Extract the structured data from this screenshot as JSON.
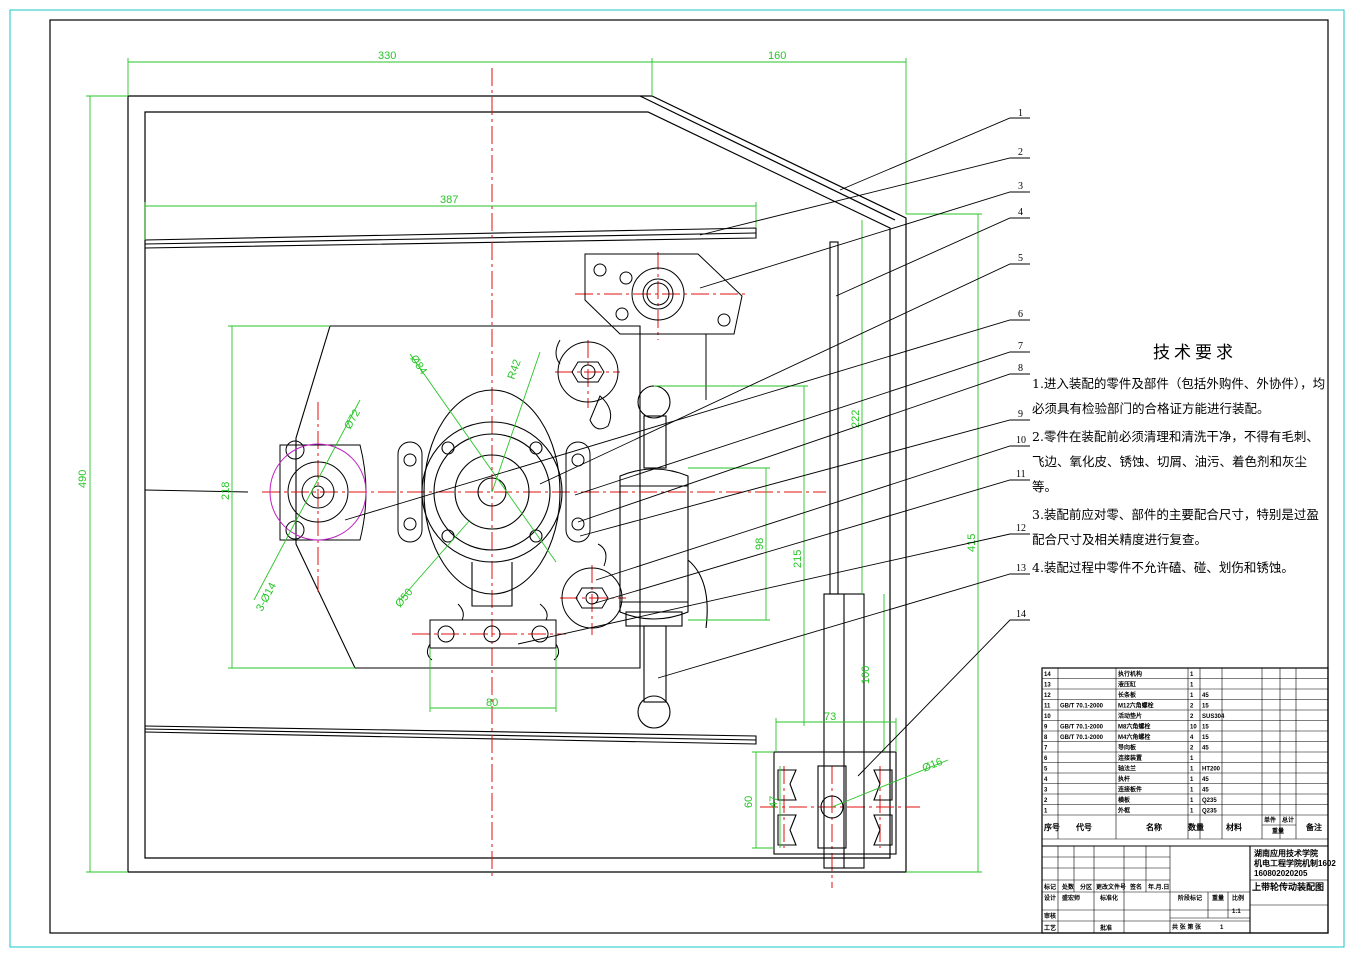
{
  "dimensions": {
    "d330": "330",
    "d160": "160",
    "d387": "387",
    "d490": "490",
    "d218": "218",
    "d415": "415",
    "d222": "222",
    "d215": "215",
    "d98": "98",
    "d80": "80",
    "d100": "100",
    "d73": "73",
    "d60": "60",
    "d47": "47",
    "phi84": "Ø84",
    "r42": "R42",
    "phi72": "Ø72",
    "phi50": "Ø50",
    "phi14": "3-Ø14",
    "phi16": "Ø16"
  },
  "balloons": [
    "1",
    "2",
    "3",
    "4",
    "5",
    "6",
    "7",
    "8",
    "9",
    "10",
    "11",
    "12",
    "13",
    "14"
  ],
  "tech": {
    "title": "技术要求",
    "items": [
      "1.进入装配的零件及部件（包括外购件、外协件），均必须具有检验部门的合格证方能进行装配。",
      "2.零件在装配前必须清理和清洗干净，不得有毛刺、飞边、氧化皮、锈蚀、切屑、油污、着色剂和灰尘等。",
      "3.装配前应对零、部件的主要配合尺寸，特别是过盈配合尺寸及相关精度进行复查。",
      "4.装配过程中零件不允许磕、碰、划伤和锈蚀。"
    ]
  },
  "bom": {
    "rows": [
      {
        "no": "14",
        "code": "",
        "name": "执行机构",
        "qty": "1",
        "mat": ""
      },
      {
        "no": "13",
        "code": "",
        "name": "液压缸",
        "qty": "1",
        "mat": ""
      },
      {
        "no": "12",
        "code": "",
        "name": "长条板",
        "qty": "1",
        "mat": "45"
      },
      {
        "no": "11",
        "code": "GB/T 70.1-2000",
        "name": "M12六角螺栓",
        "qty": "2",
        "mat": "15"
      },
      {
        "no": "10",
        "code": "",
        "name": "活动垫片",
        "qty": "2",
        "mat": "SUS304"
      },
      {
        "no": "9",
        "code": "GB/T 70.1-2000",
        "name": "M8六角螺栓",
        "qty": "10",
        "mat": "15"
      },
      {
        "no": "8",
        "code": "GB/T 70.1-2000",
        "name": "M4六角螺栓",
        "qty": "4",
        "mat": "15"
      },
      {
        "no": "7",
        "code": "",
        "name": "导向板",
        "qty": "2",
        "mat": "45"
      },
      {
        "no": "6",
        "code": "",
        "name": "连接装置",
        "qty": "1",
        "mat": ""
      },
      {
        "no": "5",
        "code": "",
        "name": "轴法兰",
        "qty": "1",
        "mat": "HT200"
      },
      {
        "no": "4",
        "code": "",
        "name": "执杆",
        "qty": "1",
        "mat": "45"
      },
      {
        "no": "3",
        "code": "",
        "name": "连接板件",
        "qty": "1",
        "mat": "45"
      },
      {
        "no": "2",
        "code": "",
        "name": "横板",
        "qty": "1",
        "mat": "Q235"
      },
      {
        "no": "1",
        "code": "",
        "name": "外框",
        "qty": "1",
        "mat": "Q235"
      }
    ],
    "header": {
      "no": "序号",
      "code": "代号",
      "name": "名称",
      "qty": "数量",
      "mat": "材料",
      "unit": "单件",
      "total": "总计",
      "weight": "重量",
      "note": "备注"
    }
  },
  "titleblock": {
    "school1": "湖南应用技术学院",
    "school2": "机电工程学院机制1602",
    "number": "160802020205",
    "drawing_title": "上带轮传动装配图",
    "scale": "1:1",
    "designer": "盛宏师",
    "sheet_label": "共 张 第 张",
    "r_mark": "标记",
    "r_count": "处数",
    "r_zone": "分区",
    "r_doc": "更改文件号",
    "r_sig": "签名",
    "r_date": "年.月.日",
    "r_design": "设计",
    "r_std": "标准化",
    "r_stage": "阶段标记",
    "r_weight": "重量",
    "r_scale": "比例",
    "r_review": "审核",
    "r_proc": "工艺",
    "r_approve": "批准",
    "r_1": "1"
  },
  "colors": {
    "frame": "#19c7c7",
    "center": "#e01010",
    "dim": "#27c527",
    "circle": "#c020c0",
    "line": "#000000"
  }
}
